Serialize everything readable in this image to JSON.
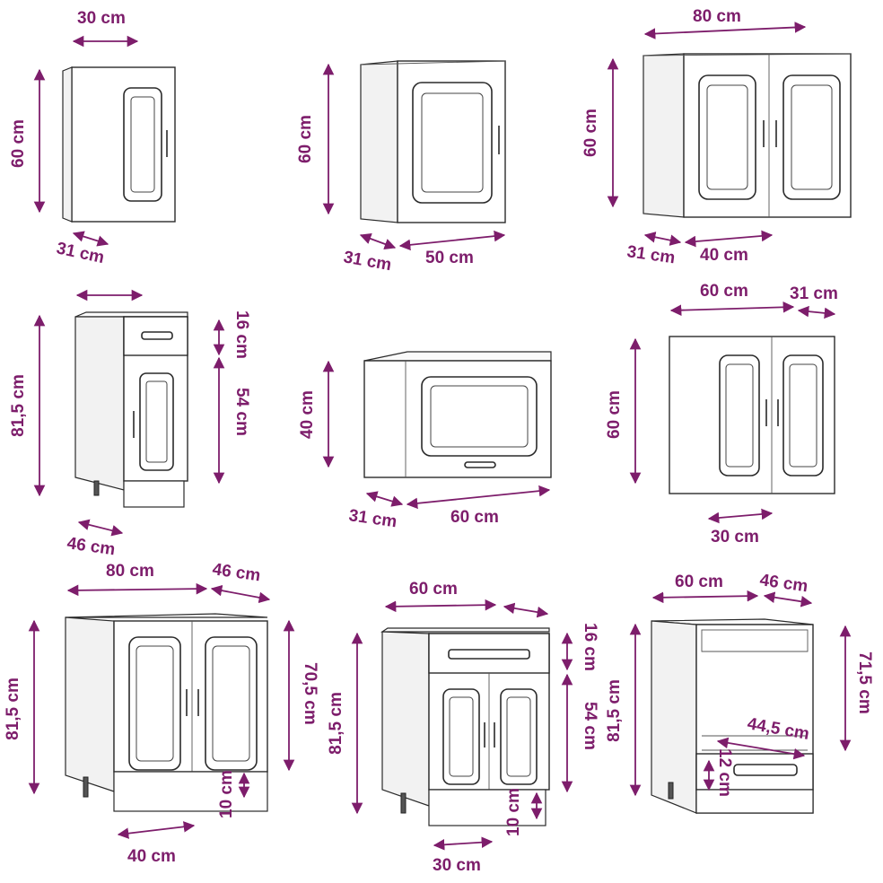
{
  "cabinets": [
    {
      "id": "wall-30",
      "labels": [
        "30 cm",
        "60 cm",
        "31 cm"
      ]
    },
    {
      "id": "wall-50",
      "labels": [
        "60 cm",
        "31 cm",
        "50 cm"
      ]
    },
    {
      "id": "wall-80",
      "labels": [
        "80 cm",
        "60 cm",
        "31 cm",
        "40 cm"
      ]
    },
    {
      "id": "base-drawer-30",
      "labels": [
        "81,5 cm",
        "16 cm",
        "54 cm",
        "46 cm"
      ]
    },
    {
      "id": "wall-60-flap",
      "labels": [
        "40 cm",
        "31 cm",
        "60 cm"
      ]
    },
    {
      "id": "wall-60-double",
      "labels": [
        "60 cm",
        "31 cm",
        "60 cm",
        "30 cm"
      ]
    },
    {
      "id": "sink-base-80",
      "labels": [
        "80 cm",
        "46 cm",
        "81,5 cm",
        "70,5 cm",
        "10 cm",
        "40 cm"
      ]
    },
    {
      "id": "base-drawer-60",
      "labels": [
        "60 cm",
        "81,5 cm",
        "16 cm",
        "54 cm",
        "10 cm",
        "30 cm"
      ]
    },
    {
      "id": "oven-base-60",
      "labels": [
        "60 cm",
        "46 cm",
        "81,5 cm",
        "71,5 cm",
        "44,5 cm",
        "12 cm"
      ]
    }
  ],
  "dimension_color": "#7d1d6b"
}
